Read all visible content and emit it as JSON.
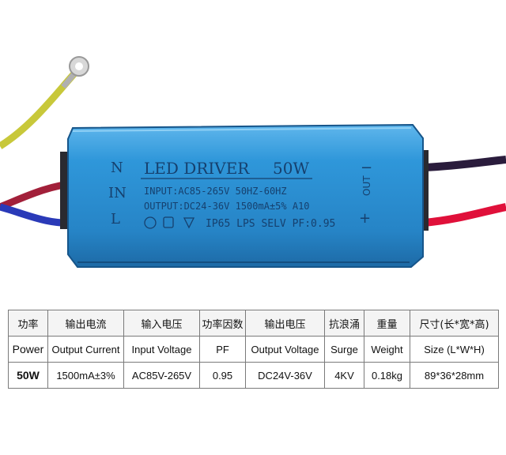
{
  "driver": {
    "title": "LED DRIVER",
    "wattage": "50W",
    "input_line": "INPUT:AC85-265V 50HZ-60HZ",
    "output_line": "OUTPUT:DC24-36V 1500mA±5% A10",
    "cert_line": "IP65 LPS SELV PF:0.95",
    "left_labels": [
      "N",
      "IN",
      "L"
    ],
    "out_label": "OUT",
    "out_minus": "−",
    "out_plus": "+"
  },
  "colors": {
    "housing": "#2a8fd4",
    "wire_blue": "#2a3ab8",
    "wire_brown": "#a2203a",
    "wire_yellow_green": "#c8c83a",
    "wire_red": "#e0103a",
    "wire_black": "#2a1c3c"
  },
  "table": {
    "zh_row": [
      "功率",
      "输出电流",
      "输入电压",
      "功率因数",
      "输出电压",
      "抗浪涌",
      "重量",
      "尺寸(长*宽*高)"
    ],
    "en_row": [
      "Power",
      "Output Current",
      "Input Voltage",
      "PF",
      "Output Voltage",
      "Surge",
      "Weight",
      "Size (L*W*H)"
    ],
    "value_row": [
      "50W",
      "1500mA±3%",
      "AC85V-265V",
      "0.95",
      "DC24V-36V",
      "4KV",
      "0.18kg",
      "89*36*28mm"
    ]
  }
}
